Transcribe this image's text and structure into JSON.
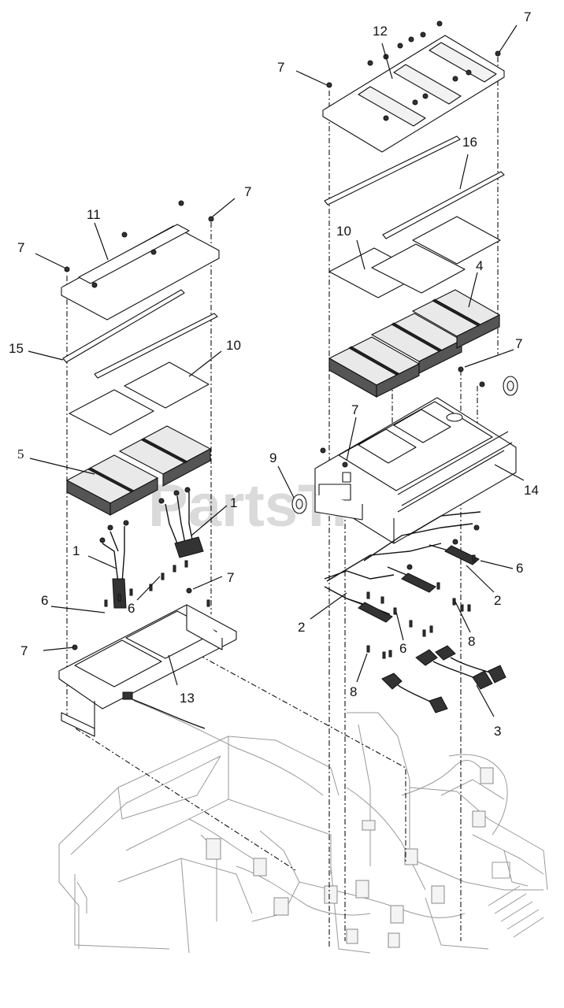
{
  "watermark": {
    "text": "PartsTree",
    "trademark": "™"
  },
  "callouts": {
    "c7_a": "7",
    "c12": "12",
    "c7_b": "7",
    "c16": "16",
    "c7_c": "7",
    "c11": "11",
    "c7_d": "7",
    "c10_a": "10",
    "c4": "4",
    "c15": "15",
    "c10_b": "10",
    "c7_e": "7",
    "c7_f": "7",
    "c5": "5",
    "c9": "9",
    "c14": "14",
    "c1_a": "1",
    "c1_b": "1",
    "c6_a": "6",
    "c6_b": "6",
    "c7_g": "7",
    "c6_c": "6",
    "c2_a": "2",
    "c2_b": "2",
    "c6_d": "6",
    "c7_h": "7",
    "c8_a": "8",
    "c13": "13",
    "c8_b": "8",
    "c3": "3"
  }
}
